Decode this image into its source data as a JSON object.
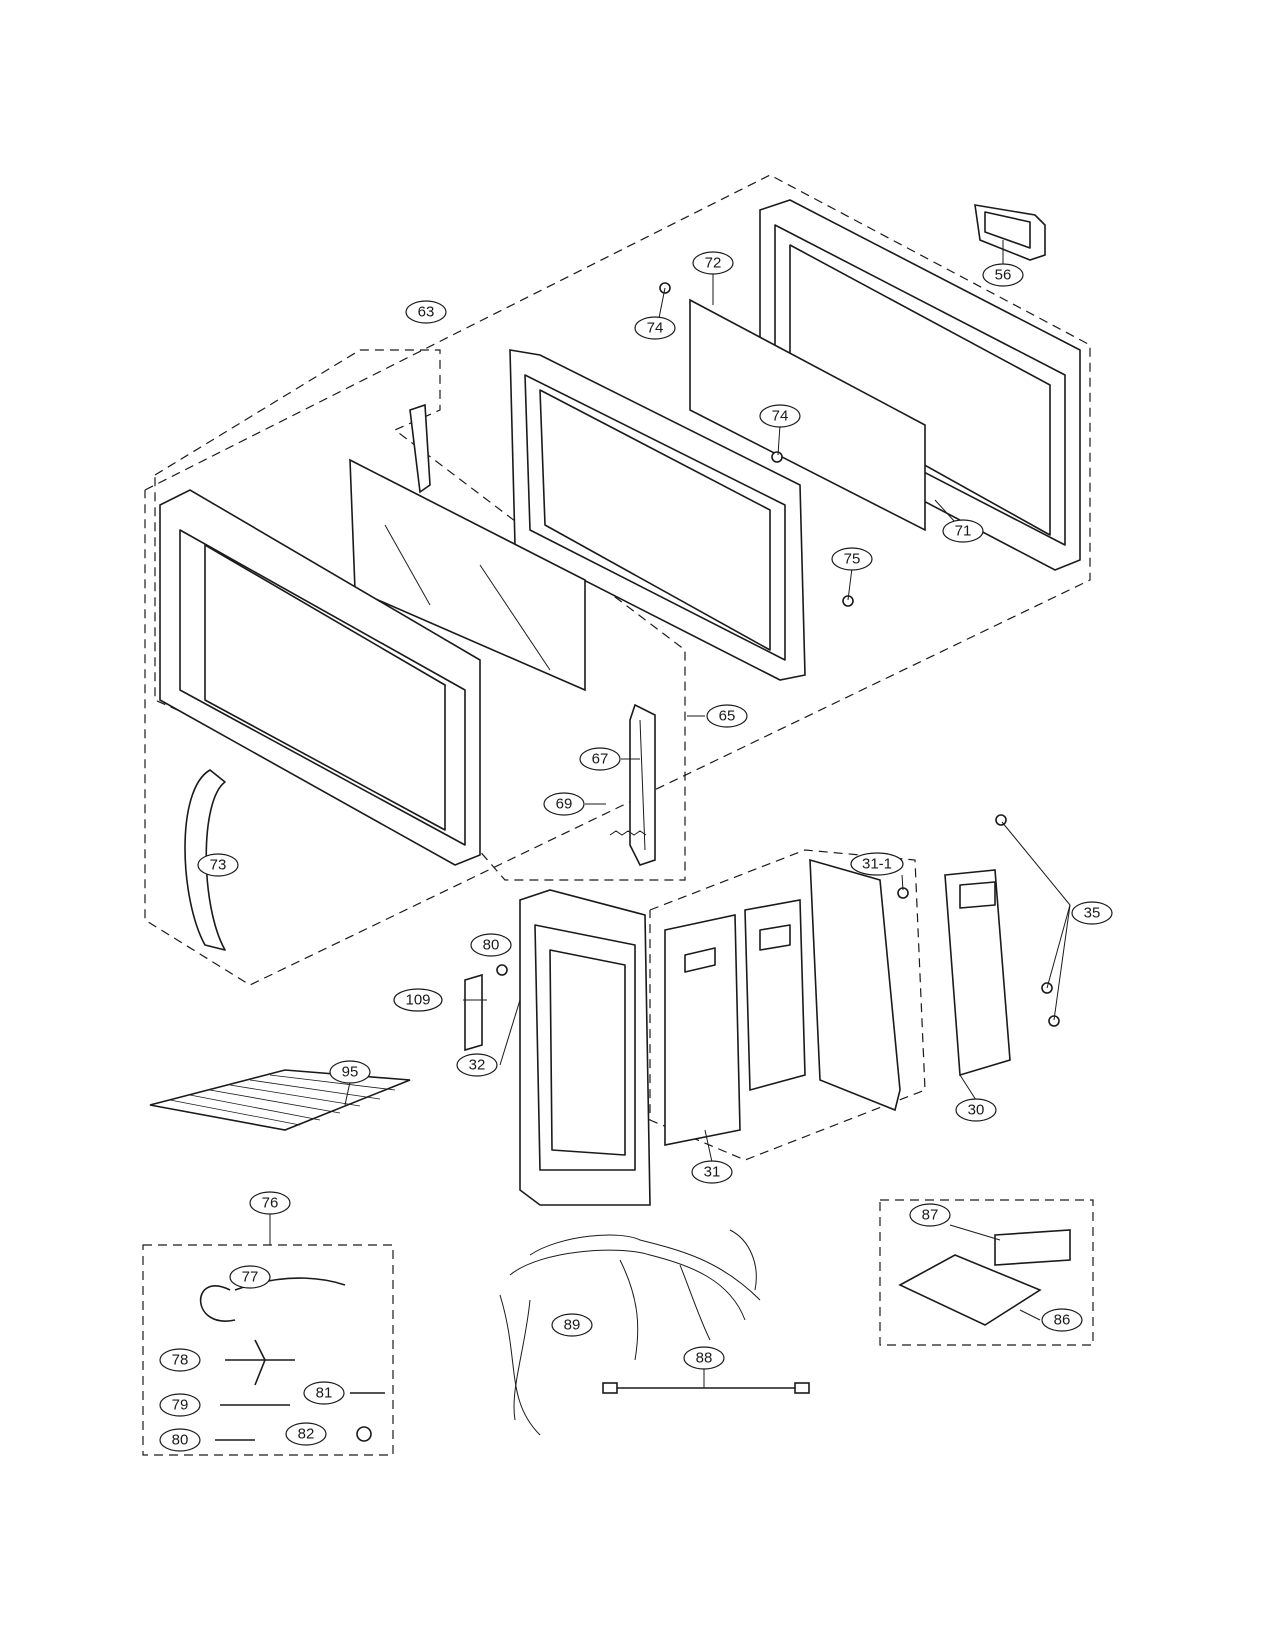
{
  "callouts": {
    "c56": "56",
    "c72": "72",
    "c63": "63",
    "c74a": "74",
    "c74b": "74",
    "c75": "75",
    "c71": "71",
    "c65": "65",
    "c67": "67",
    "c69": "69",
    "c73": "73",
    "c311": "31-1",
    "c35": "35",
    "c80a": "80",
    "c109": "109",
    "c32": "32",
    "c95": "95",
    "c30": "30",
    "c31": "31",
    "c76": "76",
    "c77": "77",
    "c78": "78",
    "c81": "81",
    "c79": "79",
    "c82": "82",
    "c80b": "80",
    "c89": "89",
    "c88": "88",
    "c87": "87",
    "c86": "86"
  }
}
